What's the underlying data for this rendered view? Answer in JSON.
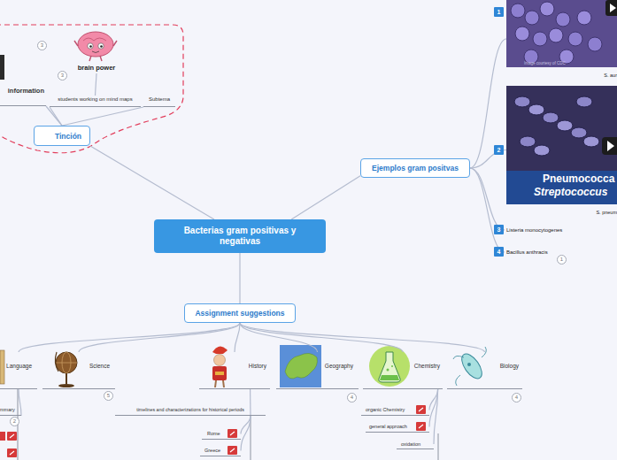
{
  "diagram": {
    "nodes": [
      {
        "text": [
          "Bacterias gram positivas y negativas"
        ]
      },
      {
        "text": [
          "Tinción"
        ]
      },
      {
        "text": [
          "brain power"
        ]
      },
      {
        "text": [
          "information"
        ]
      },
      {
        "text": [
          "students working on mind maps"
        ]
      },
      {
        "text": [
          "Subtema"
        ]
      },
      {
        "text": [
          "Ejemplos gram positvas"
        ]
      },
      {
        "text": [
          "S. aur"
        ]
      },
      {
        "text": [
          "S. pneum"
        ]
      },
      {
        "text": [
          "Listeria monocytogenes"
        ]
      },
      {
        "text": [
          "Bacillus anthracis"
        ]
      },
      {
        "text": [
          "Assignment suggestions"
        ]
      },
      {
        "text": [
          "Language"
        ]
      },
      {
        "text": [
          "Science"
        ]
      },
      {
        "text": [
          "History"
        ]
      },
      {
        "text": [
          "Geography"
        ]
      },
      {
        "text": [
          "Chemistry"
        ]
      },
      {
        "text": [
          "Biology"
        ]
      },
      {
        "text": [
          "mmary"
        ]
      },
      {
        "text": [
          "timelines and characterizations for historical periods"
        ]
      },
      {
        "text": [
          "Rome"
        ]
      },
      {
        "text": [
          "Greece"
        ]
      },
      {
        "text": [
          "organic Chemistry"
        ]
      },
      {
        "text": [
          "general approach"
        ]
      },
      {
        "text": [
          "oxidation"
        ]
      }
    ],
    "edges": [
      {
        "from": 0,
        "to": 1,
        "arrow": "none"
      },
      {
        "from": 1,
        "to": 3,
        "arrow": "none"
      },
      {
        "from": 1,
        "to": 4,
        "arrow": "none"
      },
      {
        "from": 1,
        "to": 5,
        "arrow": "none"
      },
      {
        "from": 4,
        "to": 2,
        "arrow": "none"
      },
      {
        "from": 0,
        "to": 6,
        "arrow": "none"
      },
      {
        "from": 6,
        "to": 7,
        "arrow": "none"
      },
      {
        "from": 6,
        "to": 8,
        "arrow": "none"
      },
      {
        "from": 6,
        "to": 9,
        "arrow": "none"
      },
      {
        "from": 6,
        "to": 10,
        "arrow": "none"
      },
      {
        "from": 0,
        "to": 11,
        "arrow": "none"
      },
      {
        "from": 11,
        "to": 12,
        "arrow": "none"
      },
      {
        "from": 11,
        "to": 13,
        "arrow": "none"
      },
      {
        "from": 11,
        "to": 14,
        "arrow": "none"
      },
      {
        "from": 11,
        "to": 15,
        "arrow": "none"
      },
      {
        "from": 11,
        "to": 16,
        "arrow": "none"
      },
      {
        "from": 11,
        "to": 17,
        "arrow": "none"
      },
      {
        "from": 12,
        "to": 18,
        "arrow": "none"
      },
      {
        "from": 14,
        "to": 19,
        "arrow": "none"
      },
      {
        "from": 19,
        "to": 20,
        "arrow": "none"
      },
      {
        "from": 19,
        "to": 21,
        "arrow": "none"
      },
      {
        "from": 16,
        "to": 22,
        "arrow": "none"
      },
      {
        "from": 16,
        "to": 23,
        "arrow": "none"
      },
      {
        "from": 16,
        "to": 24,
        "arrow": "none"
      }
    ],
    "labels": [
      "3",
      "3",
      "1",
      "2",
      "3",
      "4",
      "1",
      "Image courtesy of CDC",
      "Pneumococca",
      "Streptococcus",
      "5",
      "4",
      "4",
      "2"
    ]
  }
}
